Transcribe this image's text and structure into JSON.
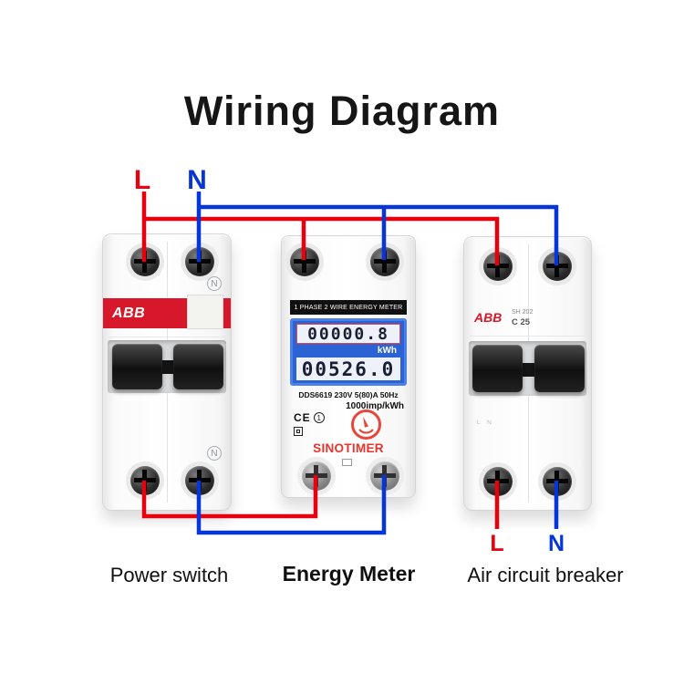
{
  "title": "Wiring Diagram",
  "colors": {
    "live": "#e8000f",
    "neutral": "#0636d8"
  },
  "supply": {
    "live": "L",
    "neutral": "N"
  },
  "load": {
    "live": "L",
    "neutral": "N"
  },
  "captions": {
    "power_switch": "Power switch",
    "energy_meter": "Energy Meter",
    "air_breaker": "Air circuit breaker"
  },
  "power_switch": {
    "brand": "ABB",
    "neutral_mark": "N"
  },
  "energy_meter": {
    "header": "1 PHASE 2 WIRE ENERGY METER",
    "reading_total": "00000.8",
    "unit": "kWh",
    "reading_secondary": "00526.0",
    "spec": "DDS6619 230V  5(80)A  50Hz",
    "impulse": "1000imp/kWh",
    "ce_mark": "CE",
    "class_mark": "1",
    "brand": "SINOTIMER"
  },
  "air_breaker": {
    "brand": "ABB",
    "model": "SH 202",
    "rating": "C 25",
    "marks": "L N"
  }
}
